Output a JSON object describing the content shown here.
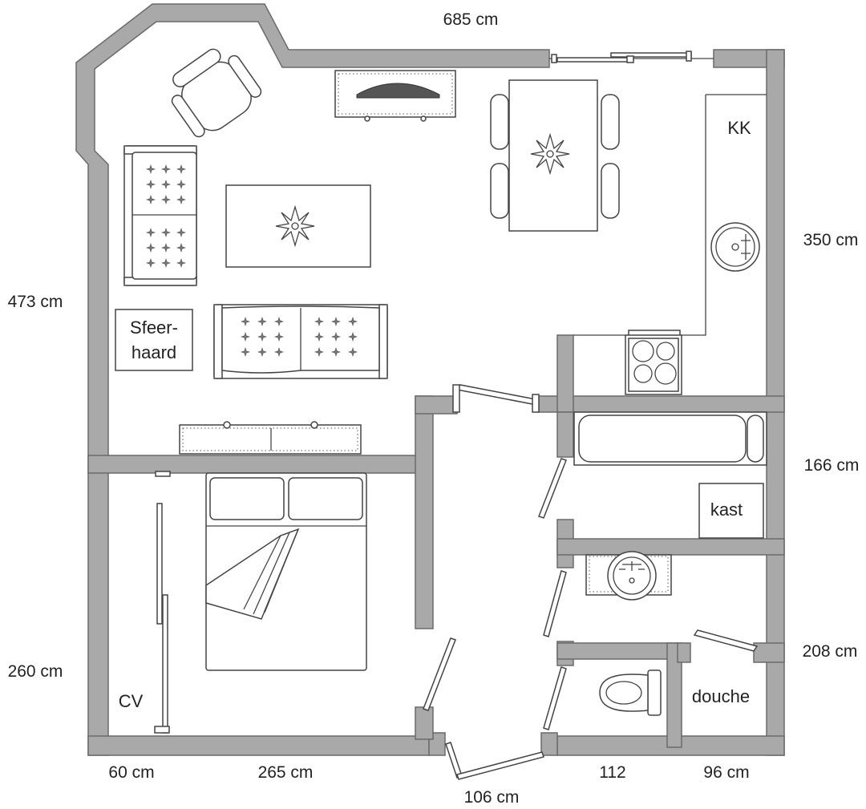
{
  "dimensions": {
    "top": "685 cm",
    "left_upper": "473 cm",
    "left_lower": "260 cm",
    "right_kitchen": "350 cm",
    "right_bath": "166 cm",
    "right_wc": "208 cm",
    "bottom_cv": "60 cm",
    "bottom_bedroom": "265 cm",
    "bottom_door": "106 cm",
    "bottom_middle": "112",
    "bottom_right": "96 cm"
  },
  "labels": {
    "fridge": "KK",
    "fireplace_line1": "Sfeer-",
    "fireplace_line2": "haard",
    "cabinet": "kast",
    "heating": "CV",
    "shower": "douche"
  },
  "colors": {
    "wall": "#a9a9a9",
    "wall_edge": "#6a6a6a",
    "furniture_line": "#444444",
    "background": "#ffffff"
  }
}
